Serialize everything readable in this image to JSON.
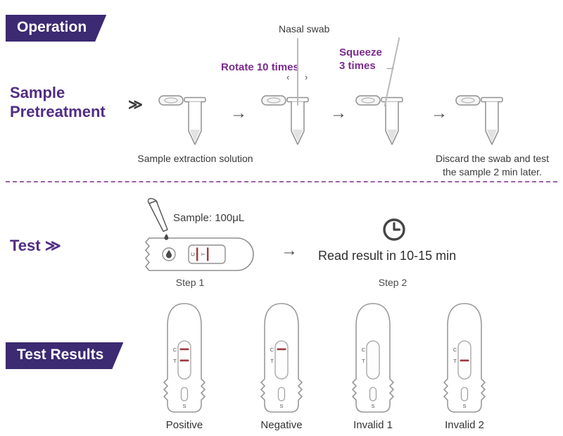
{
  "colors": {
    "badge_bg": "#3c2a72",
    "heading": "#512d84",
    "accent": "#7b2b8c",
    "line_red": "#9e3a40",
    "swab": "#b9b9b9"
  },
  "operation": {
    "badge": "Operation"
  },
  "pretreatment": {
    "title_line1": "Sample",
    "title_line2": "Pretreatment",
    "chevrons": "≫",
    "nasal_swab": "Nasal swab",
    "rotate": "Rotate 10 times",
    "rotate_left_mark": "‹",
    "rotate_right_mark": "›",
    "squeeze_line1": "Squeeze",
    "squeeze_line2": "3 times",
    "squeeze_arrow": "→",
    "arrow": "→",
    "caption_step1": "Sample extraction solution",
    "caption_step4_line1": "Discard the swab and test",
    "caption_step4_line2": "the sample 2 min later."
  },
  "test": {
    "title": "Test",
    "chevrons": "≫",
    "sample_volume": "Sample: 100μL",
    "step1": "Step 1",
    "arrow": "→",
    "read_result": "Read result in 10-15 min",
    "step2": "Step 2"
  },
  "results": {
    "badge": "Test Results",
    "letters": {
      "c": "C",
      "t": "T",
      "s": "S"
    },
    "devices": [
      {
        "label": "Positive",
        "c_line": true,
        "t_line": true
      },
      {
        "label": "Negative",
        "c_line": true,
        "t_line": false
      },
      {
        "label": "Invalid 1",
        "c_line": false,
        "t_line": false
      },
      {
        "label": "Invalid 2",
        "c_line": false,
        "t_line": true
      }
    ]
  }
}
